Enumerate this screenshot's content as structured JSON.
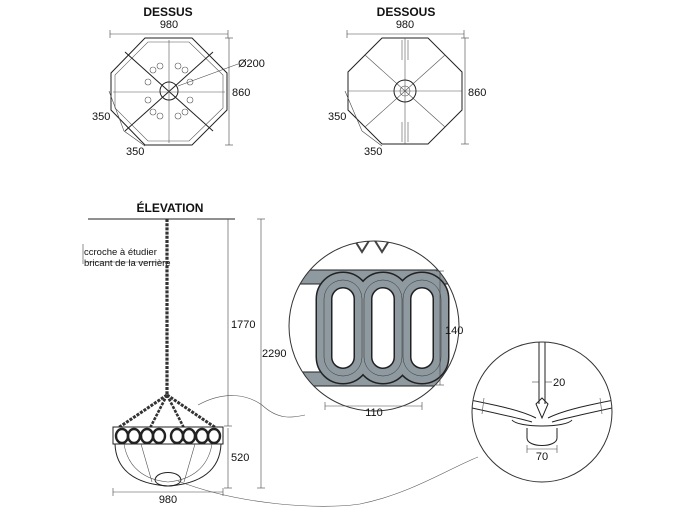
{
  "top_view": {
    "title": "DESSUS",
    "width": "980",
    "height": "860",
    "diameter": "Ø200",
    "side_a": "350",
    "side_b": "350"
  },
  "bottom_view": {
    "title": "DESSOUS",
    "width": "980",
    "height": "860",
    "side_a": "350",
    "side_b": "350"
  },
  "elevation": {
    "title": "ÉLEVATION",
    "note_line1": "ccroche à étudier",
    "note_line2": "bricant de la verrière",
    "dim_chain": "1770",
    "dim_total": "2290",
    "dim_body": "520",
    "dim_width": "980"
  },
  "detail_ring": {
    "height": "140",
    "width": "110"
  },
  "detail_bottom": {
    "rod": "20",
    "cup": "70"
  }
}
